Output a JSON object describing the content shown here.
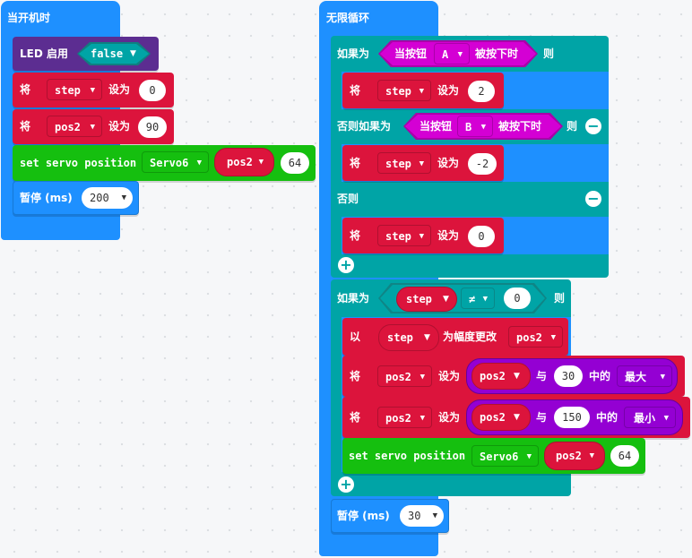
{
  "on_start": {
    "title": "当开机时",
    "led": {
      "label": "LED 启用",
      "value": "false"
    },
    "set_step": {
      "keyword": "将",
      "var": "step",
      "to": "设为",
      "value": "0"
    },
    "set_pos2": {
      "keyword": "将",
      "var": "pos2",
      "to": "设为",
      "value": "90"
    },
    "servo": {
      "label": "set servo position",
      "servo": "Servo6",
      "var": "pos2",
      "value": "64"
    },
    "pause": {
      "label": "暂停 (ms)",
      "value": "200"
    }
  },
  "forever": {
    "title": "无限循环",
    "if1": {
      "if_label": "如果为",
      "cond_label": "当按钮",
      "button": "A",
      "pressed_label": "被按下时",
      "then": "则",
      "set1": {
        "keyword": "将",
        "var": "step",
        "to": "设为",
        "value": "2"
      },
      "elseif_label": "否则如果为",
      "cond2_label": "当按钮",
      "button2": "B",
      "pressed2_label": "被按下时",
      "then2": "则",
      "set2": {
        "keyword": "将",
        "var": "step",
        "to": "设为",
        "value": "-2"
      },
      "else_label": "否则",
      "set3": {
        "keyword": "将",
        "var": "step",
        "to": "设为",
        "value": "0"
      }
    },
    "if2": {
      "if_label": "如果为",
      "left_var": "step",
      "op": "≠",
      "right_value": "0",
      "then": "则",
      "change": {
        "keyword": "以",
        "var": "step",
        "label": "为幅度更改",
        "target": "pos2"
      },
      "set_max": {
        "keyword": "将",
        "var": "pos2",
        "to": "设为",
        "a": "pos2",
        "with": "与",
        "b": "30",
        "of": "中的",
        "fn": "最大"
      },
      "set_min": {
        "keyword": "将",
        "var": "pos2",
        "to": "设为",
        "a": "pos2",
        "with": "与",
        "b": "150",
        "of": "中的",
        "fn": "最小"
      },
      "servo": {
        "label": "set servo position",
        "servo": "Servo6",
        "var": "pos2",
        "value": "64"
      }
    },
    "pause": {
      "label": "暂停 (ms)",
      "value": "30"
    }
  },
  "colors": {
    "basic": "#1e90ff",
    "led": "#5c2d91",
    "variables": "#dc143c",
    "logic": "#00a4a6",
    "input": "#d400d4",
    "math": "#9400d3",
    "servo": "#15bf0f"
  }
}
